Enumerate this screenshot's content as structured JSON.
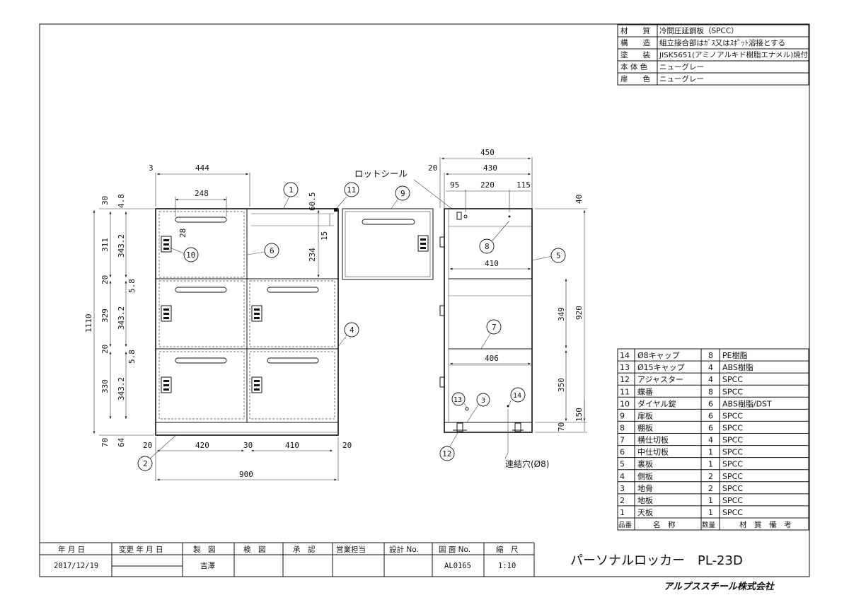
{
  "spec_table": {
    "rows": [
      {
        "label": "材　　質",
        "value": "冷間圧延鋼板（SPCC）"
      },
      {
        "label": "構　　造",
        "value": "組立接合部はｶﾞｽ又はｽﾎﾟｯﾄ溶接とする"
      },
      {
        "label": "塗　　装",
        "value": "JISK5651(アミノアルキド樹脂エナメル)焼付"
      },
      {
        "label": "本 体 色",
        "value": "ニューグレー"
      },
      {
        "label": "扉　　色",
        "value": "ニューグレー"
      }
    ]
  },
  "front_view": {
    "dims_top": [
      "3",
      "444",
      "248",
      "28"
    ],
    "dims_left": [
      "30",
      "4.8",
      "311",
      "343.2",
      "20",
      "5.8",
      "329",
      "343.2",
      "20",
      "5.8",
      "330",
      "343.2",
      "70",
      "64",
      "1110"
    ],
    "dims_bottom": [
      "20",
      "420",
      "30",
      "410",
      "20",
      "900"
    ],
    "dims_inner": [
      "60.5",
      "15",
      "234"
    ],
    "balloons": [
      "1",
      "11",
      "6",
      "10",
      "4",
      "2"
    ]
  },
  "door_view": {
    "label": "ロットシール",
    "balloons": [
      "9"
    ]
  },
  "side_view": {
    "dims_top": [
      "450",
      "20",
      "430",
      "95",
      "220",
      "115"
    ],
    "dims_right": [
      "40",
      "349",
      "920",
      "350",
      "70",
      "150"
    ],
    "dims_inner": [
      "410",
      "406"
    ],
    "balloons": [
      "8",
      "5",
      "7",
      "13",
      "3",
      "14",
      "12"
    ],
    "hole_label": "連結穴(Ø8)"
  },
  "parts_list": {
    "headers": {
      "no": "品番",
      "name": "名　称",
      "qty": "数量",
      "material": "材　質　備　考"
    },
    "rows": [
      {
        "no": "14",
        "name": "Ø8キャップ",
        "qty": "8",
        "material": "PE樹脂"
      },
      {
        "no": "13",
        "name": "Ø15キャップ",
        "qty": "4",
        "material": "ABS樹脂"
      },
      {
        "no": "12",
        "name": "アジャスター",
        "qty": "4",
        "material": "SPCC"
      },
      {
        "no": "11",
        "name": "蝶番",
        "qty": "8",
        "material": "SPCC"
      },
      {
        "no": "10",
        "name": "ダイヤル錠",
        "qty": "6",
        "material": "ABS樹脂/DST"
      },
      {
        "no": "9",
        "name": "扉板",
        "qty": "6",
        "material": "SPCC"
      },
      {
        "no": "8",
        "name": "棚板",
        "qty": "6",
        "material": "SPCC"
      },
      {
        "no": "7",
        "name": "横仕切板",
        "qty": "4",
        "material": "SPCC"
      },
      {
        "no": "6",
        "name": "中仕切板",
        "qty": "1",
        "material": "SPCC"
      },
      {
        "no": "5",
        "name": "裏板",
        "qty": "1",
        "material": "SPCC"
      },
      {
        "no": "4",
        "name": "側板",
        "qty": "2",
        "material": "SPCC"
      },
      {
        "no": "3",
        "name": "地骨",
        "qty": "2",
        "material": "SPCC"
      },
      {
        "no": "2",
        "name": "地板",
        "qty": "1",
        "material": "SPCC"
      },
      {
        "no": "1",
        "name": "天板",
        "qty": "1",
        "material": "SPCC"
      }
    ]
  },
  "title_block": {
    "headers": {
      "date": "年 月 日",
      "revision": "変更 年 月 日",
      "drawn": "製　図",
      "checked": "検　図",
      "approved": "承　認",
      "sales": "営業担当",
      "design_no": "設計 No.",
      "drawing_no": "図 面 No.",
      "scale": "縮　尺"
    },
    "values": {
      "date": "2017/12/19",
      "drawn": "吉澤",
      "drawing_no": "AL0165",
      "scale": "1:10"
    },
    "product_name": "パーソナルロッカー　PL-23D",
    "company": "アルプススチール株式会社"
  }
}
